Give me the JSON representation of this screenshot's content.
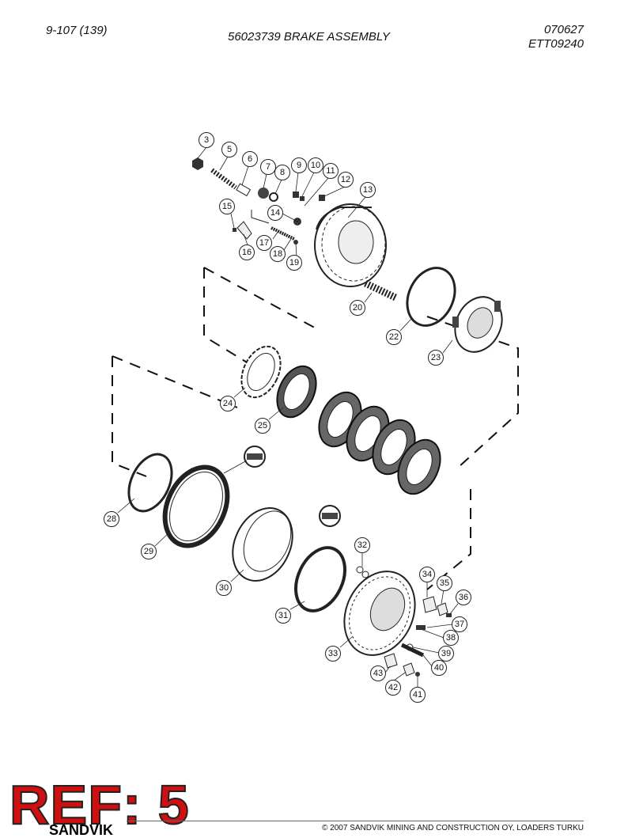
{
  "header": {
    "page_number": "9-107 (139)",
    "title": "56023739 BRAKE ASSEMBLY",
    "date_code": "070627",
    "doc_code": "ETT09240"
  },
  "diagram": {
    "callouts": [
      "3",
      "5",
      "6",
      "7",
      "8",
      "9",
      "10",
      "11",
      "12",
      "13",
      "14",
      "15",
      "16",
      "17",
      "18",
      "19",
      "20",
      "22",
      "23",
      "24",
      "25",
      "28",
      "29",
      "30",
      "31",
      "32",
      "33",
      "34",
      "35",
      "36",
      "37",
      "38",
      "39",
      "40",
      "41",
      "42",
      "43"
    ]
  },
  "stamp": {
    "text": "REF: 5"
  },
  "footer": {
    "brand": "SANDVIK",
    "copyright": "© 2007 SANDVIK MINING AND CONSTRUCTION OY, LOADERS TURKU"
  },
  "colors": {
    "stamp": "#d01010",
    "line": "#222222"
  }
}
